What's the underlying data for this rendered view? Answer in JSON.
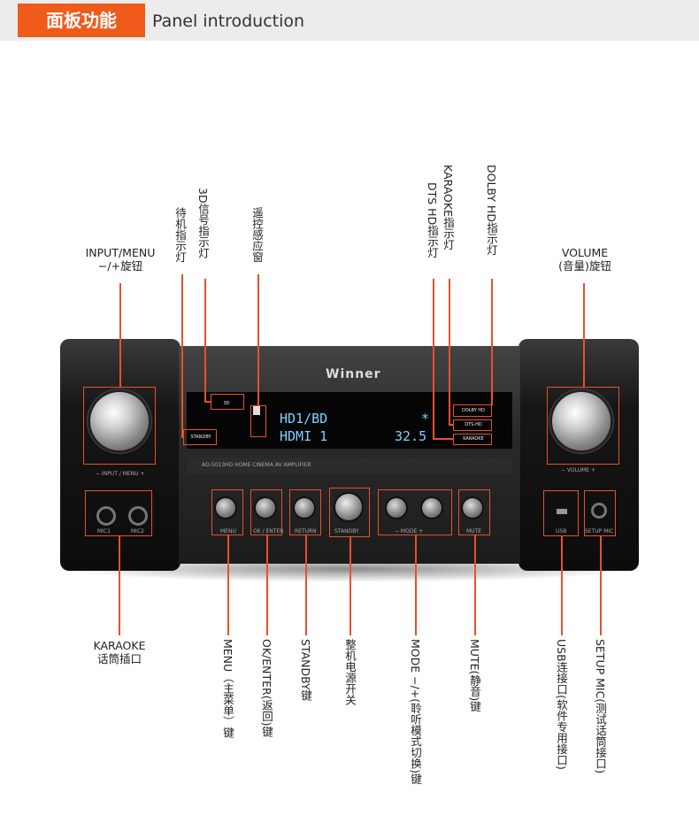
{
  "header": {
    "title_cn": "面板功能",
    "title_en": "Panel introduction"
  },
  "device": {
    "brand": "Winner",
    "model_line": "AD-5013HD HOME CINEMA AV AMPLIFIER",
    "display": {
      "line1": "HD1/BD",
      "line2": "HDMI 1",
      "vol_value": "32.5",
      "star": "*"
    },
    "indicators": {
      "3d": "3D",
      "standby": "STANDBY",
      "dolby": "DOLBY HD",
      "dts": "DTS-HD",
      "karaoke": "KARAOKE"
    },
    "knob_labels": {
      "input": "− INPUT / MENU +",
      "volume": "− VOLUME +"
    },
    "jacks": {
      "mic1": "MIC1",
      "mic2": "MIC2",
      "usb": "USB",
      "setup_mic": "SETUP MIC"
    },
    "button_labels": {
      "menu": "MENU",
      "ok": "OK / ENTER",
      "return": "RETURN",
      "standby": "STANDBY",
      "mode": "−  MODE  +",
      "mute": "MUTE"
    }
  },
  "labels": {
    "standby_led": "待机指示灯",
    "3d_led": "3D信号指示灯",
    "remote": "遥控感应窗",
    "dts_led": "DTS HD指示灯",
    "karaoke_led": "KARAOKE指示灯",
    "dolby_led": "DOLBY HD指示灯",
    "input_menu_line1": "INPUT/MENU",
    "input_menu_line2": "−/+旋钮",
    "volume_line1": "VOLUME",
    "volume_line2": "(音量)旋钮",
    "karaoke_line1": "KARAOKE",
    "karaoke_line2": "话筒插口",
    "menu_key": "MENU（主菜单）键",
    "ok_key": "OK/ENTER(返回)键",
    "standby_key": "STANDBY键",
    "power": "整机电源开关",
    "mode_key": "MODE −/+(聆听模式切换)键",
    "mute_key": "MUTE(静音)键",
    "usb": "USB连接口(软件专用接口)",
    "setup_mic": "SETUP MIC(测试话筒接口)"
  },
  "colors": {
    "accent": "#e8502a",
    "header_bg": "#ececec",
    "vfd": "#7fd2ff"
  }
}
